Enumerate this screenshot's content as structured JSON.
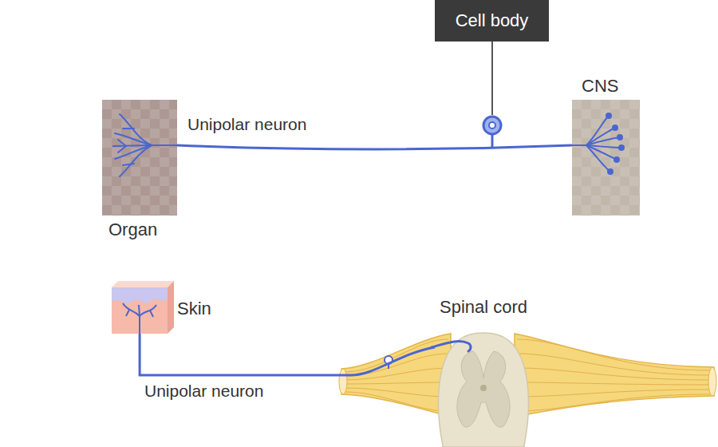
{
  "diagram": {
    "nodes": [
      {
        "text": [
          "Cell body"
        ]
      },
      {
        "text": [
          "Organ"
        ]
      },
      {
        "text": [
          "CNS"
        ]
      },
      {
        "text": [
          "Skin"
        ]
      },
      {
        "text": [
          "Spinal cord"
        ]
      }
    ],
    "edges": [
      {
        "from": 1,
        "to": 2,
        "label": "Unipolar neuron",
        "arrow": "none"
      },
      {
        "from": 3,
        "to": 4,
        "label": "Unipolar neuron",
        "arrow": "none"
      }
    ]
  }
}
